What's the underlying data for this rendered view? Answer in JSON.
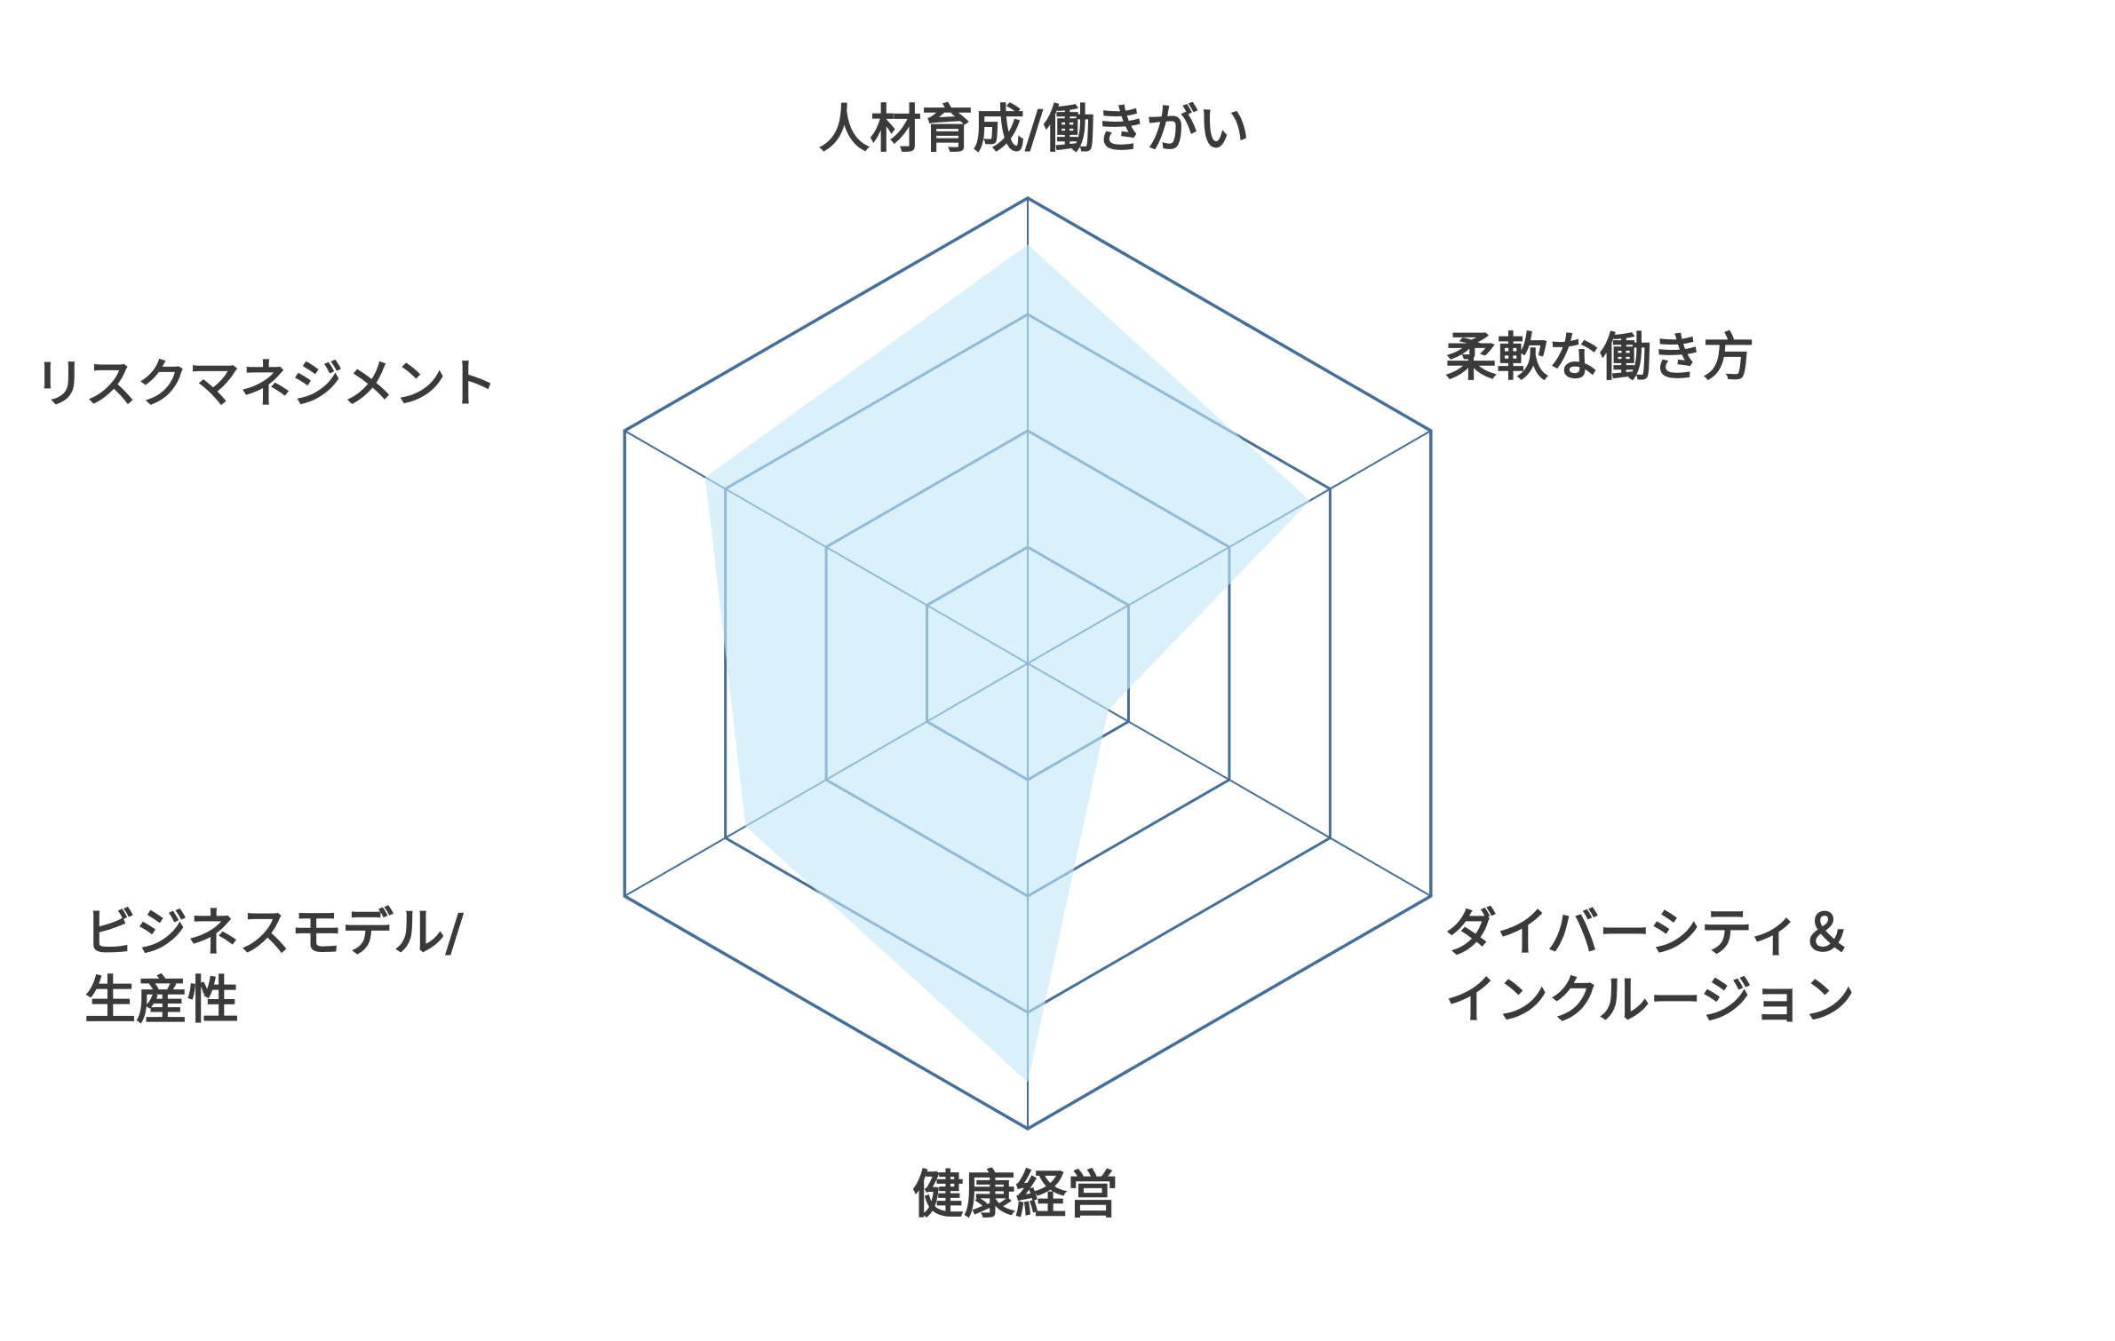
{
  "chart_data": {
    "type": "radar",
    "title": "",
    "axes": [
      "人材育成/働きがい",
      "柔軟な働き方",
      "ダイバーシティ＆インクルージョン",
      "健康経営",
      "ビジネスモデル/生産性",
      "リスクマネジメント"
    ],
    "axis_label_lines": [
      [
        "人材育成/働きがい"
      ],
      [
        "柔軟な働き方"
      ],
      [
        "ダイバーシティ＆",
        "インクルージョン"
      ],
      [
        "健康経営"
      ],
      [
        "ビジネスモデル/",
        "生産性"
      ],
      [
        "リスクマネジメント"
      ]
    ],
    "series": [
      {
        "name": "",
        "values": [
          90,
          70,
          20,
          90,
          70,
          80
        ]
      }
    ],
    "range": [
      0,
      100
    ],
    "grid_levels": [
      25,
      50,
      75,
      100
    ],
    "colors": {
      "grid": "#456f99",
      "fill": "#c3e8fa",
      "text": "#3a3a3a"
    }
  }
}
